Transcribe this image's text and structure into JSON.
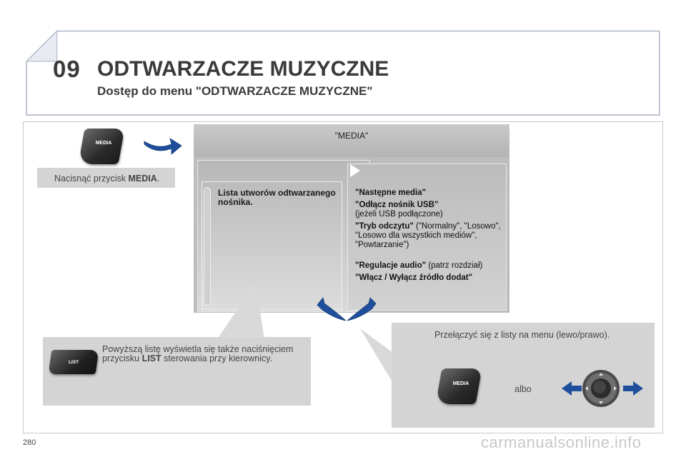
{
  "header": {
    "chapter_number": "09",
    "title": "ODTWARZACZE MUZYCZNE",
    "subtitle": "Dostęp do menu \"ODTWARZACZE MUZYCZNE\""
  },
  "step1": {
    "button_label": "MEDIA",
    "instruction_prefix": "Nacisnąć przycisk ",
    "instruction_bold": "MEDIA",
    "instruction_suffix": "."
  },
  "screen": {
    "top_label": "\"MEDIA\"",
    "list_title": "Lista utworów odtwarzanego nośnika.",
    "menu_items": [
      {
        "bold": "\"Następne media\"",
        "normal": ""
      },
      {
        "bold": "\"Odłącz nośnik USB\"",
        "normal": "(jeżeli USB podłączone)"
      },
      {
        "bold": "\"Tryb odczytu\"",
        "normal": " (\"Normalny\", \"Losowo\", \"Losowo dla wszystkich mediów\", \"Powtarzanie\")"
      },
      {
        "bold": "\"Regulacje audio\"",
        "normal": " (patrz rozdział)"
      },
      {
        "bold": "\"Włącz / Wyłącz źródło dodat\"",
        "normal": ""
      }
    ]
  },
  "list_note": {
    "button_label": "LIST",
    "text_before": "Powyższą listę wyświetla się także naciśnięciem przycisku ",
    "text_bold": "LIST",
    "text_after": " sterowania przy kierownicy."
  },
  "switch_note": {
    "text": "Przełączyć się z listy na menu (lewo/prawo).",
    "button_label": "MEDIA",
    "or_label": "albo"
  },
  "footer": {
    "page_number": "280",
    "watermark": "carmanualsonline.info"
  }
}
